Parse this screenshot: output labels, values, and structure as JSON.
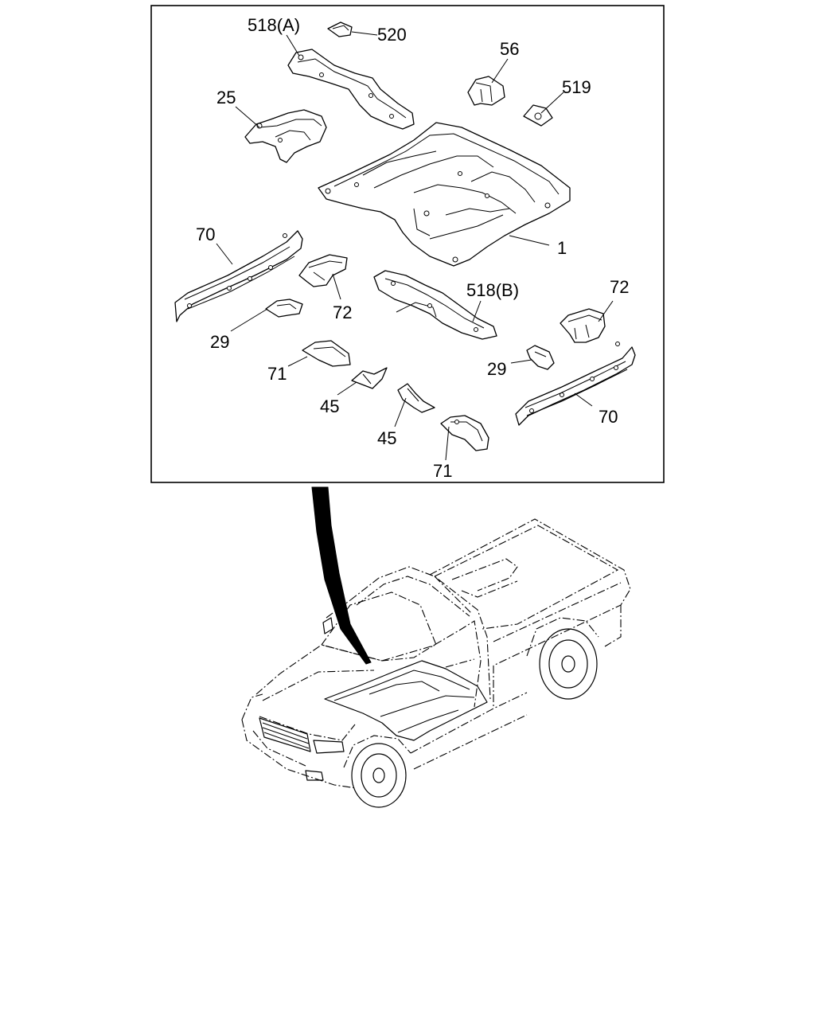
{
  "callouts": {
    "c518a": "518(A)",
    "c520": "520",
    "c56": "56",
    "c519": "519",
    "c25": "25",
    "c1": "1",
    "c70_left": "70",
    "c72_left": "72",
    "c518b": "518(B)",
    "c72_right": "72",
    "c29_left": "29",
    "c71_left": "71",
    "c29_right": "29",
    "c45_upper": "45",
    "c70_right": "70",
    "c45_lower": "45",
    "c71_lower": "71"
  },
  "colors": {
    "line": "#000000",
    "background": "#ffffff"
  }
}
